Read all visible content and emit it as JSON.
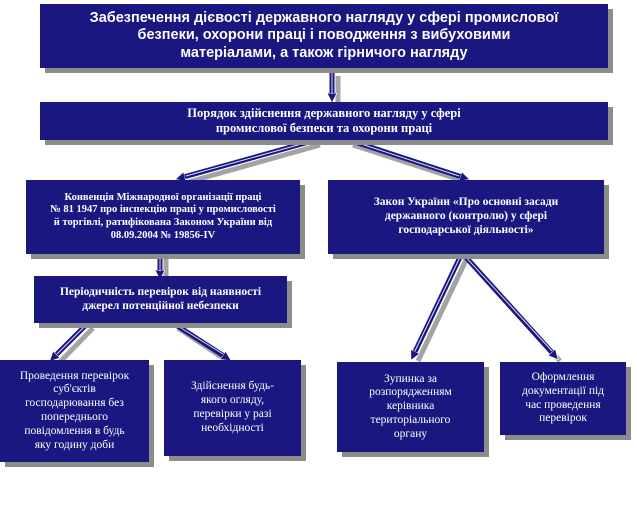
{
  "title": "Забезпечення дієвості державного нагляду у сфері промислової\nбезпеки, охорони праці і поводження з вибуховими\nматеріалами, а також гірничого нагляду",
  "procedure": "Порядок здійснення державного нагляду у сфері\nпромислової безпеки та охорони праці",
  "convention": "Конвенція Міжнародної організації праці\n№ 81 1947 про інспекцію праці у промисловості\nй торгівлі, ратифікована Законом України від\n08.09.2004 № 19856-IV",
  "law": "Закон України «Про основні засади\nдержавного (контролю) у сфері\nгосподарської діяльності»",
  "periodicity": "Періодичність перевірок від наявності\nджерел потенційної небезпеки",
  "leaves": {
    "inspections_no_notice": "Проведення перевірок\nсуб'єктів\nгосподарювання без\nпопереднього\nповідомлення в будь\nяку годину доби",
    "any_inspection": "Здійснення будь-\nякого огляду,\nперевірки у разі\nнеобхідності",
    "stop_by_order": "Зупинка за\nрозпорядженням\nкерівника\nтериторіального\nоргану",
    "documentation": "Оформлення\nдокументації під\nчас проведення\nперевірок"
  },
  "colors": {
    "box_fill": "#1a1780",
    "arrow_fill": "#1a1780",
    "arrow_outline": "#ffffff",
    "shadow": "#8c8c8c",
    "text": "#ffffff"
  }
}
